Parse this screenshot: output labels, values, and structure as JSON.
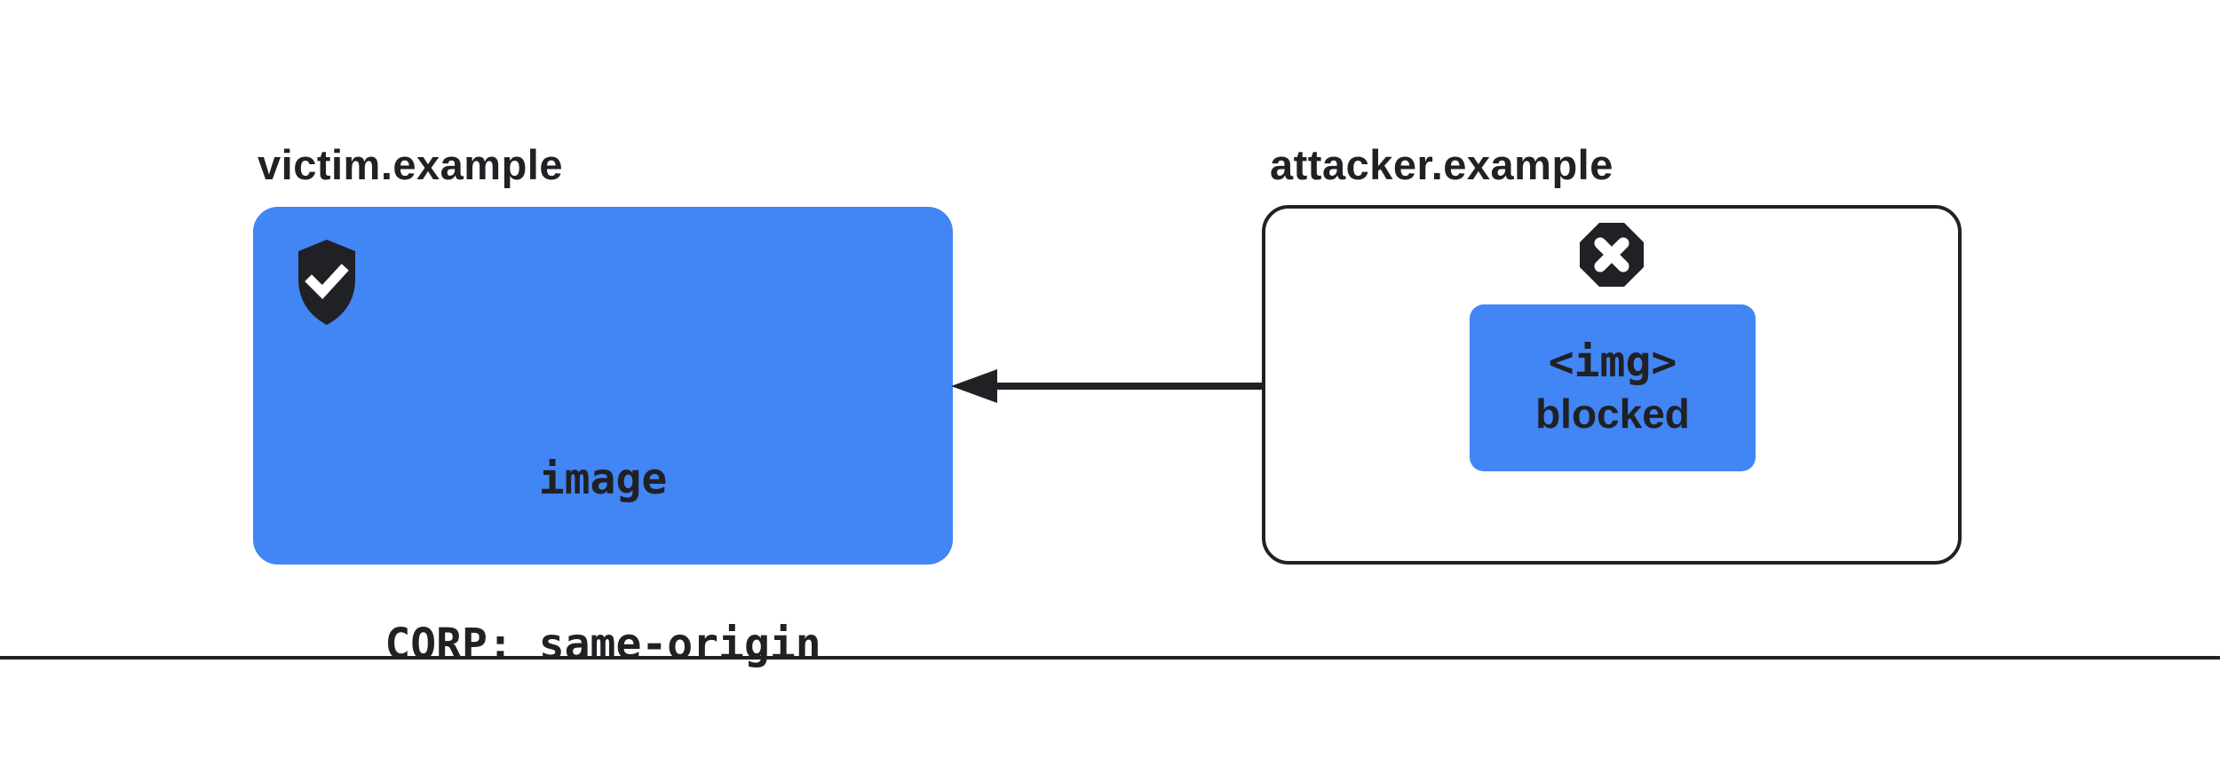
{
  "diagram": {
    "title_semantics": "CORP same-origin blocks cross-origin image request",
    "victim": {
      "label": "victim.example",
      "card": {
        "icon": "shield-check-icon",
        "lines": [
          "image",
          "CORP: same-origin"
        ]
      }
    },
    "attacker": {
      "label": "attacker.example",
      "card": {
        "icon": "blocked-x-octagon-icon",
        "request": {
          "code_line": "<img>",
          "status_line": "blocked"
        }
      }
    },
    "arrow": {
      "direction": "right-to-left",
      "from": "attacker.example <img> request",
      "to": "victim.example image"
    },
    "colors": {
      "blue": "#4285f4",
      "ink": "#202124",
      "bg": "#ffffff",
      "divider": "#202124"
    }
  }
}
